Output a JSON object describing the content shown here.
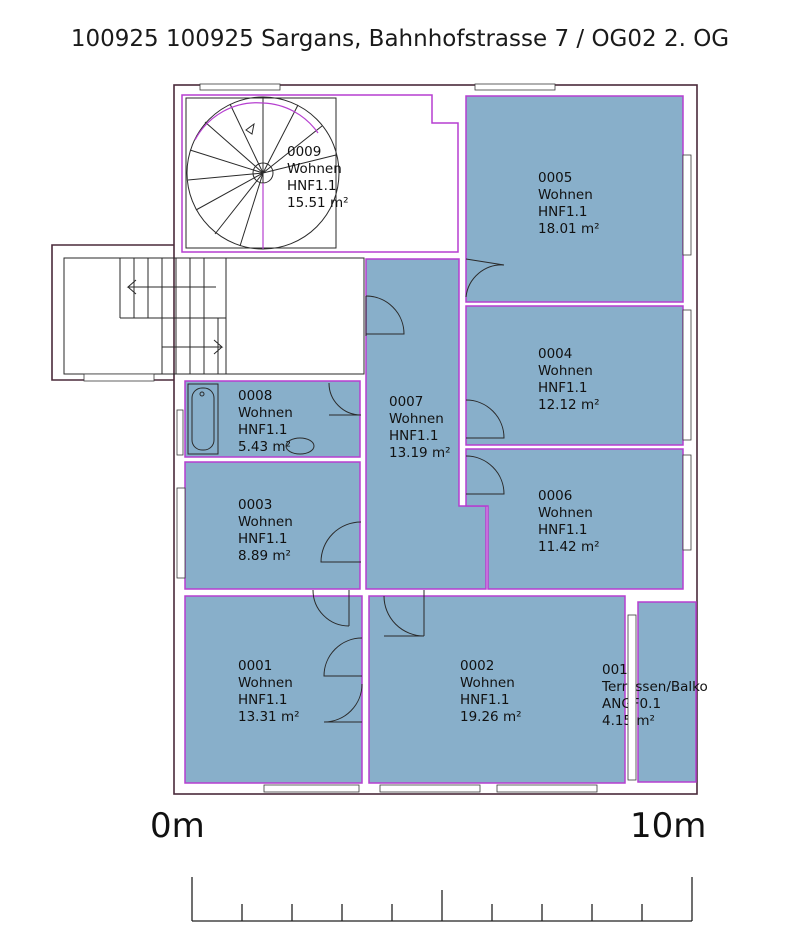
{
  "title": "100925 100925 Sargans, Bahnhofstrasse 7 / OG02 2. OG",
  "colors": {
    "room_fill": "#88afca",
    "room_outline": "#b63fd0",
    "wall": "#4a2a3a"
  },
  "rooms": [
    {
      "id": "0009",
      "use": "Wohnen",
      "code": "HNF1.1",
      "area": "15.51 m²"
    },
    {
      "id": "0005",
      "use": "Wohnen",
      "code": "HNF1.1",
      "area": "18.01 m²"
    },
    {
      "id": "0004",
      "use": "Wohnen",
      "code": "HNF1.1",
      "area": "12.12 m²"
    },
    {
      "id": "0008",
      "use": "Wohnen",
      "code": "HNF1.1",
      "area": "5.43 m²"
    },
    {
      "id": "0007",
      "use": "Wohnen",
      "code": "HNF1.1",
      "area": "13.19 m²"
    },
    {
      "id": "0006",
      "use": "Wohnen",
      "code": "HNF1.1",
      "area": "11.42 m²"
    },
    {
      "id": "0003",
      "use": "Wohnen",
      "code": "HNF1.1",
      "area": "8.89 m²"
    },
    {
      "id": "0001",
      "use": "Wohnen",
      "code": "HNF1.1",
      "area": "13.31 m²"
    },
    {
      "id": "0002",
      "use": "Wohnen",
      "code": "HNF1.1",
      "area": "19.26 m²"
    },
    {
      "id": "0010",
      "use": "Terrassen/Balko",
      "code": "ANGF0.1",
      "area": "4.15 m²"
    }
  ],
  "scale": {
    "start_label": "0m",
    "end_label": "10m"
  }
}
